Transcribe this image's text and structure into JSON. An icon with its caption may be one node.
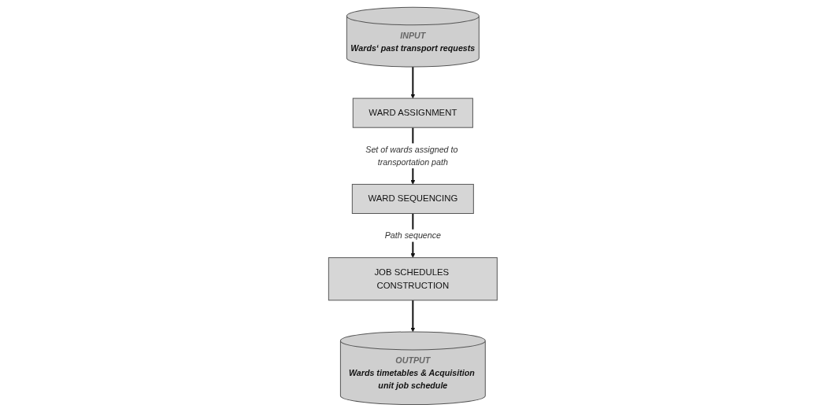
{
  "diagram": {
    "nodes": [
      {
        "text": [
          "INPUT",
          "Wards‘ past transport requests"
        ]
      },
      {
        "text": [
          "WARD ASSIGNMENT"
        ]
      },
      {
        "text": [
          "WARD SEQUENCING"
        ]
      },
      {
        "text": [
          "JOB SCHEDULES CONSTRUCTION"
        ]
      },
      {
        "text": [
          "OUTPUT",
          "Wards timetables & Acquisition unit job schedule"
        ]
      }
    ],
    "edges": [
      {
        "from": 0,
        "to": 1,
        "arrow": "to"
      },
      {
        "from": 1,
        "to": 2,
        "arrow": "to",
        "label": "Set of wards assigned to transportation path"
      },
      {
        "from": 2,
        "to": 3,
        "arrow": "to",
        "label": "Path sequence"
      },
      {
        "from": 3,
        "to": 4,
        "arrow": "to"
      }
    ]
  }
}
